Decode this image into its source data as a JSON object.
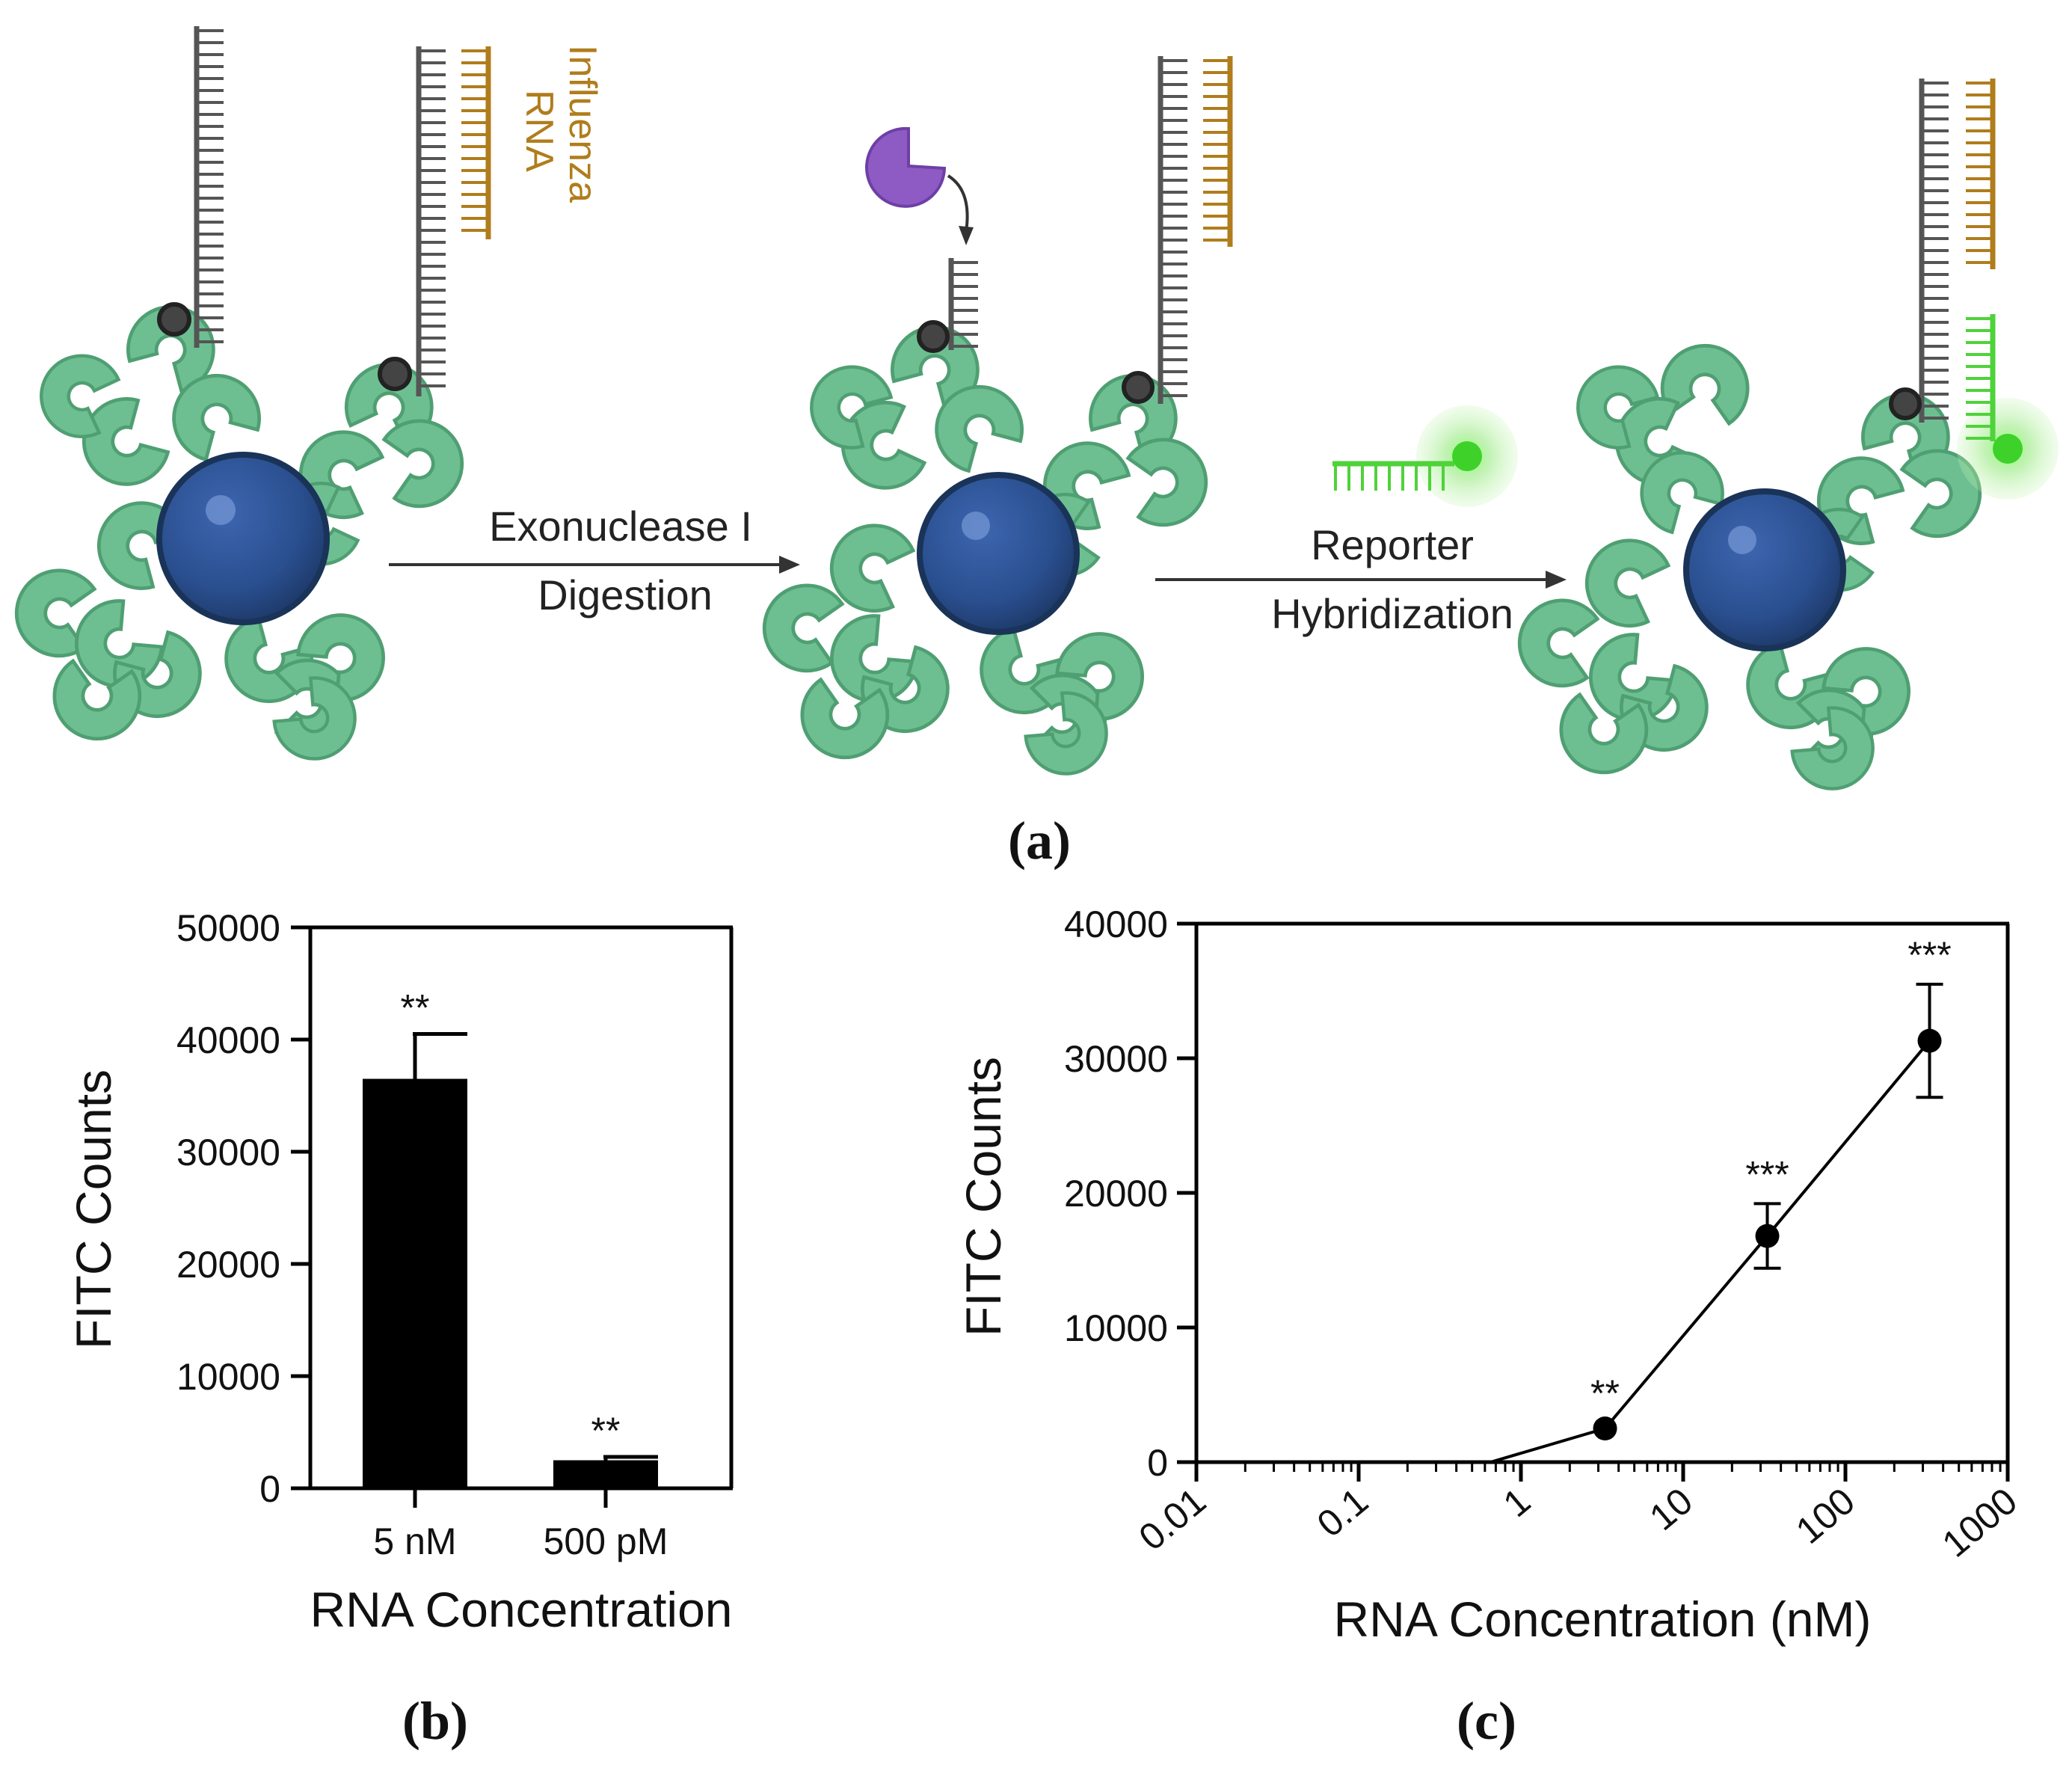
{
  "panel_a": {
    "rna_label_1": "Influenza",
    "rna_label_2": "RNA",
    "step1_line1": "Exonuclease I",
    "step1_line2": "Digestion",
    "step2_line1": "Reporter",
    "step2_line2": "Hybridization",
    "caption": "(a)",
    "colors": {
      "bead": "#2a4f8f",
      "bead_dark": "#1c365f",
      "protein": "#6dbf92",
      "protein_dark": "#4f9f72",
      "probe": "#555555",
      "rna": "#b07d1c",
      "reporter": "#4fd23a",
      "exonuclease": "#8e5bc4"
    }
  },
  "panel_b": {
    "caption": "(b)",
    "chart_data": {
      "type": "bar",
      "categories": [
        "5 nM",
        "500 pM"
      ],
      "values": [
        36500,
        2500
      ],
      "errors": [
        4000,
        300
      ],
      "annotations": [
        "**",
        "**"
      ],
      "yticks": [
        "0",
        "10000",
        "20000",
        "30000",
        "40000",
        "50000"
      ],
      "ylim": [
        0,
        50000
      ],
      "xlabel": "RNA Concentration",
      "ylabel": "FITC Counts"
    }
  },
  "panel_c": {
    "caption": "(c)",
    "chart_data": {
      "type": "line",
      "x": [
        0.65,
        3.3,
        33,
        330
      ],
      "y": [
        0,
        2500,
        16800,
        31300
      ],
      "errors": [
        0,
        0,
        2400,
        4200
      ],
      "markers": [
        false,
        true,
        true,
        true
      ],
      "annotations": [
        "",
        "**",
        "***",
        "***"
      ],
      "xscale": "log",
      "xlim": [
        0.01,
        1000
      ],
      "ylim": [
        0,
        40000
      ],
      "xticks": [
        "0.01",
        "0.1",
        "1",
        "10",
        "100",
        "1000"
      ],
      "yticks": [
        "0",
        "10000",
        "20000",
        "30000",
        "40000"
      ],
      "xlabel": "RNA Concentration (nM)",
      "ylabel": "FITC Counts"
    }
  }
}
